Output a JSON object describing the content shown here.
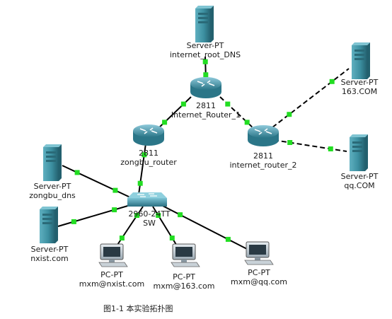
{
  "diagram": {
    "caption": "图1-1   本实验拓扑图",
    "nodes": {
      "root_dns": {
        "type": "server",
        "model": "Server-PT",
        "name": "internet_root_DNS"
      },
      "ir1": {
        "type": "router",
        "model": "2811",
        "name": "Internet_Router_1"
      },
      "s163": {
        "type": "server",
        "model": "Server-PT",
        "name": "163.COM"
      },
      "zongbu_r": {
        "type": "router",
        "model": "2811",
        "name": "zongbu_router"
      },
      "ir2": {
        "type": "router",
        "model": "2811",
        "name": "internet_router_2"
      },
      "sqq": {
        "type": "server",
        "model": "Server-PT",
        "name": "qq.COM"
      },
      "zongbu_dns": {
        "type": "server",
        "model": "Server-PT",
        "name": "zongbu_dns"
      },
      "sw": {
        "type": "switch",
        "model": "2960-24TT",
        "name": "SW"
      },
      "nxist": {
        "type": "server",
        "model": "Server-PT",
        "name": "nxist.com"
      },
      "pc1": {
        "type": "pc",
        "model": "PC-PT",
        "name": "mxm@nxist.com"
      },
      "pc2": {
        "type": "pc",
        "model": "PC-PT",
        "name": "mxm@163.com"
      },
      "pc3": {
        "type": "pc",
        "model": "PC-PT",
        "name": "mxm@qq.com"
      }
    },
    "links": [
      {
        "from": "root_dns",
        "to": "ir1",
        "style": "solid"
      },
      {
        "from": "ir1",
        "to": "zongbu_r",
        "style": "solid"
      },
      {
        "from": "ir1",
        "to": "ir2",
        "style": "dashed"
      },
      {
        "from": "ir2",
        "to": "s163",
        "style": "dashed"
      },
      {
        "from": "ir2",
        "to": "sqq",
        "style": "dashed"
      },
      {
        "from": "zongbu_r",
        "to": "sw",
        "style": "solid"
      },
      {
        "from": "zongbu_dns",
        "to": "sw",
        "style": "solid"
      },
      {
        "from": "nxist",
        "to": "sw",
        "style": "solid"
      },
      {
        "from": "sw",
        "to": "pc1",
        "style": "solid"
      },
      {
        "from": "sw",
        "to": "pc2",
        "style": "solid"
      },
      {
        "from": "sw",
        "to": "pc3",
        "style": "solid"
      }
    ],
    "colors": {
      "link": "#000000",
      "port": "#22dd22",
      "device": "#3c8fa0",
      "device_dark": "#23606e"
    }
  }
}
